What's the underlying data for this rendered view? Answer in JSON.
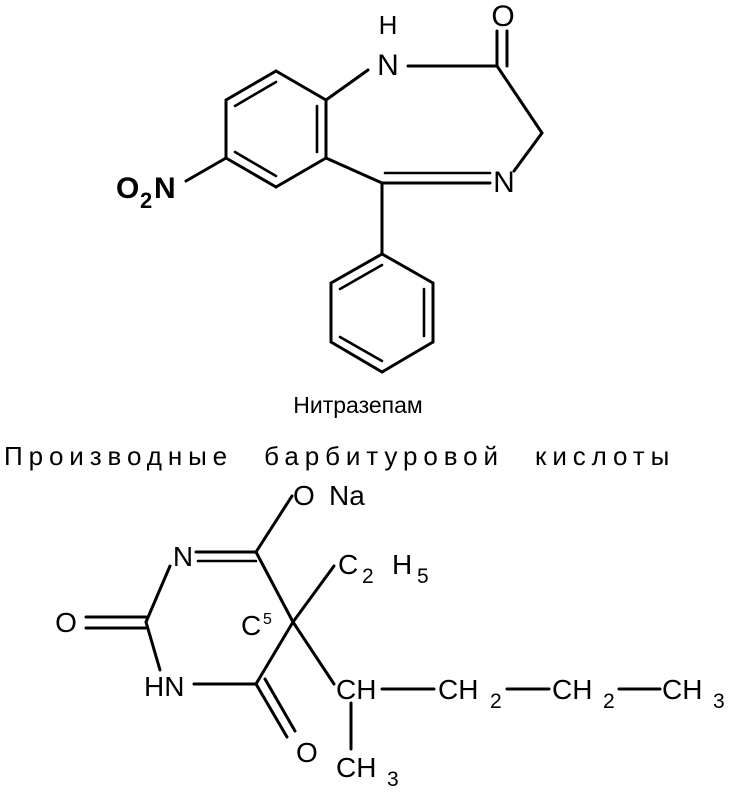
{
  "captions": {
    "nitrazepam_name": "Нитразепам",
    "barbiturate_heading": "Производные барбитуровой кислоты"
  },
  "atoms": {
    "nitrazepam": {
      "h": "H",
      "n1": "N",
      "o_carbonyl": "O",
      "n4": "N",
      "nitro_o": "O",
      "nitro_sub": "2",
      "nitro_n": "N"
    },
    "barbiturate": {
      "o_top": "O",
      "na": "Na",
      "n_ring": "N",
      "o_left": "O",
      "c5": "C",
      "c5_sup": "5",
      "hn": "HN",
      "o_bottom": "O",
      "c_ethyl": "C",
      "ethyl_sub1": "2",
      "h_ethyl": "H",
      "ethyl_sub2": "5",
      "ch": "CH",
      "ch2_a": "CH",
      "ch2_a_sub": "2",
      "ch2_b": "CH",
      "ch2_b_sub": "2",
      "ch3_end": "CH",
      "ch3_end_sub": "3",
      "ch3_branch": "CH",
      "ch3_branch_sub": "3"
    }
  }
}
